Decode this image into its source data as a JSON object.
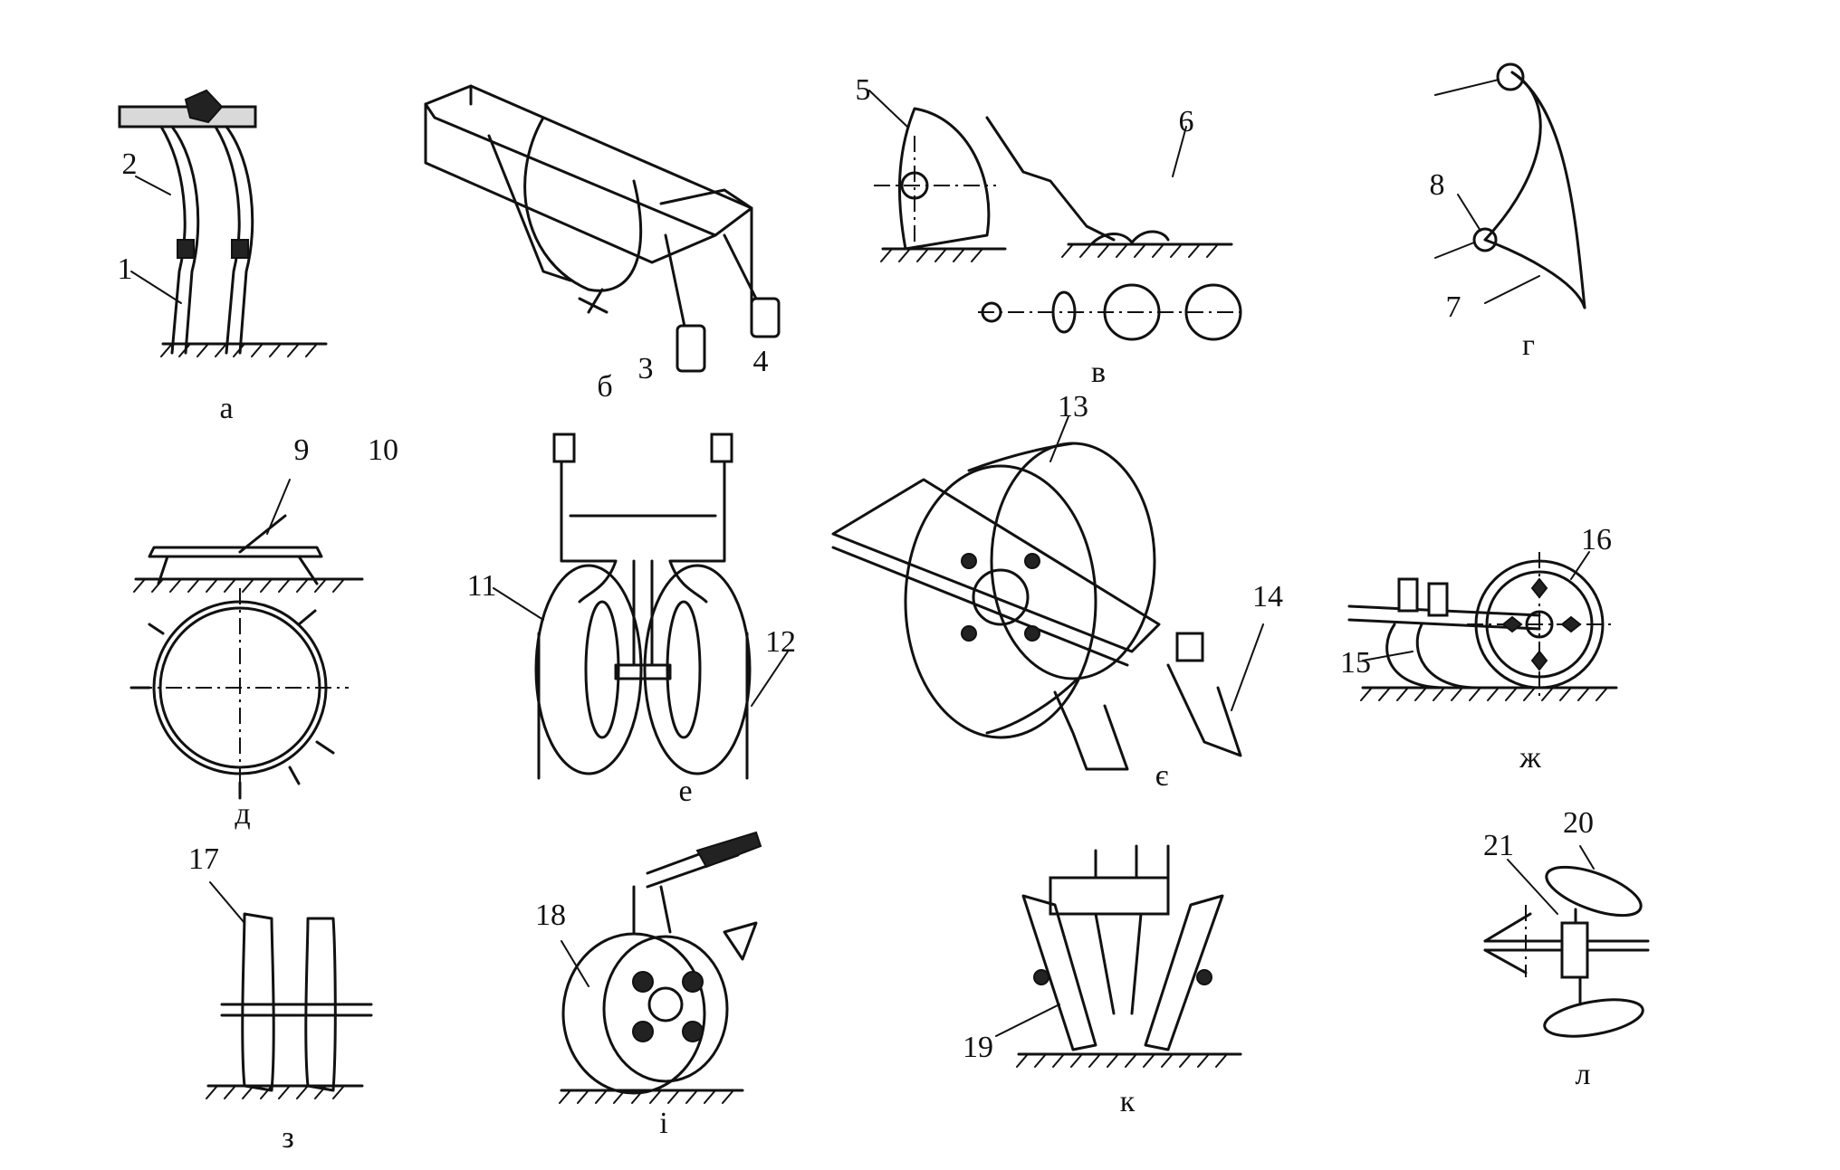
{
  "figure": {
    "panels": [
      {
        "id": "a",
        "letter": "а",
        "callouts": [
          "1",
          "2"
        ]
      },
      {
        "id": "b",
        "letter": "б",
        "callouts": [
          "3",
          "4"
        ]
      },
      {
        "id": "v",
        "letter": "в",
        "callouts": [
          "5",
          "6"
        ]
      },
      {
        "id": "g",
        "letter": "г",
        "callouts": [
          "7",
          "8"
        ]
      },
      {
        "id": "d",
        "letter": "д",
        "callouts": [
          "9",
          "10"
        ]
      },
      {
        "id": "e",
        "letter": "е",
        "callouts": [
          "11",
          "12"
        ]
      },
      {
        "id": "ye",
        "letter": "є",
        "callouts": [
          "13",
          "14"
        ]
      },
      {
        "id": "zh",
        "letter": "ж",
        "callouts": [
          "15",
          "16"
        ]
      },
      {
        "id": "z",
        "letter": "з",
        "callouts": [
          "17"
        ]
      },
      {
        "id": "i",
        "letter": "і",
        "callouts": [
          "18"
        ]
      },
      {
        "id": "k",
        "letter": "к",
        "callouts": [
          "19"
        ]
      },
      {
        "id": "l",
        "letter": "л",
        "callouts": [
          "20",
          "21"
        ]
      }
    ]
  }
}
